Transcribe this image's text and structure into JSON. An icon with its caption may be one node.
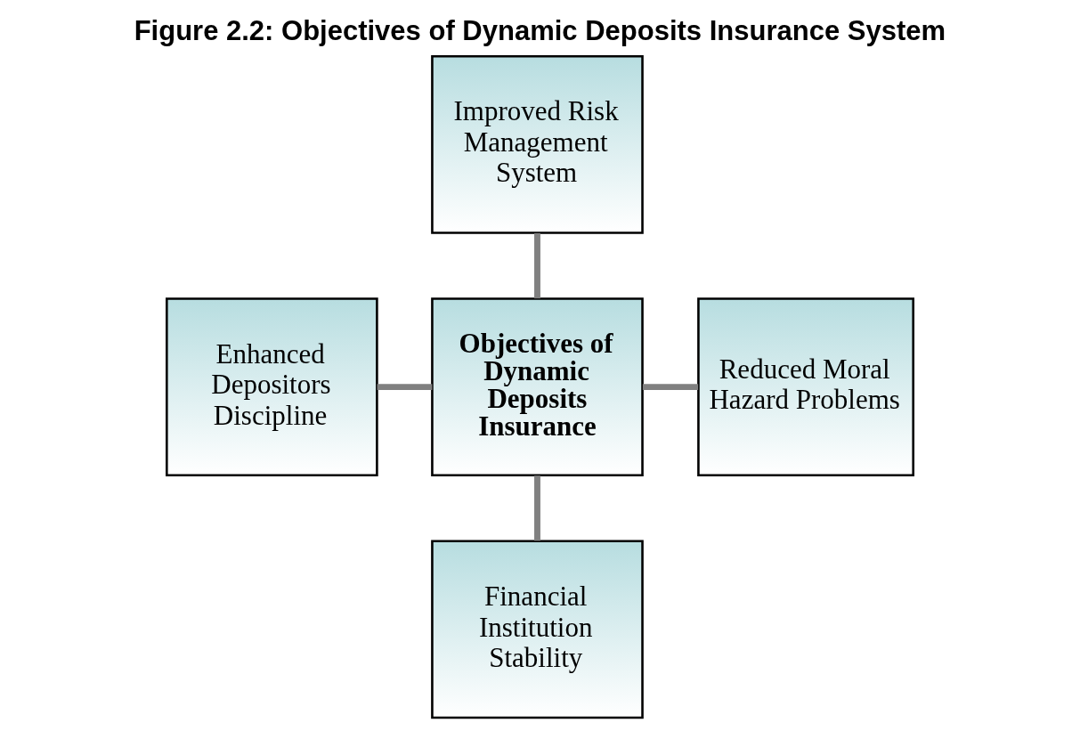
{
  "diagram": {
    "title": "Figure 2.2: Objectives of Dynamic Deposits Insurance System",
    "nodes": [
      {
        "text": [
          "Improved Risk Management System"
        ]
      },
      {
        "text": [
          "Enhanced Depositors Discipline"
        ]
      },
      {
        "text": [
          "Objectives of Dynamic Deposits Insurance"
        ]
      },
      {
        "text": [
          "Reduced Moral Hazard Problems"
        ]
      },
      {
        "text": [
          "Financial Institution Stability"
        ]
      }
    ],
    "edges": [
      {
        "from": 0,
        "to": 2,
        "arrow": "none"
      },
      {
        "from": 1,
        "to": 2,
        "arrow": "none"
      },
      {
        "from": 2,
        "to": 3,
        "arrow": "none"
      },
      {
        "from": 2,
        "to": 4,
        "arrow": "none"
      }
    ]
  }
}
